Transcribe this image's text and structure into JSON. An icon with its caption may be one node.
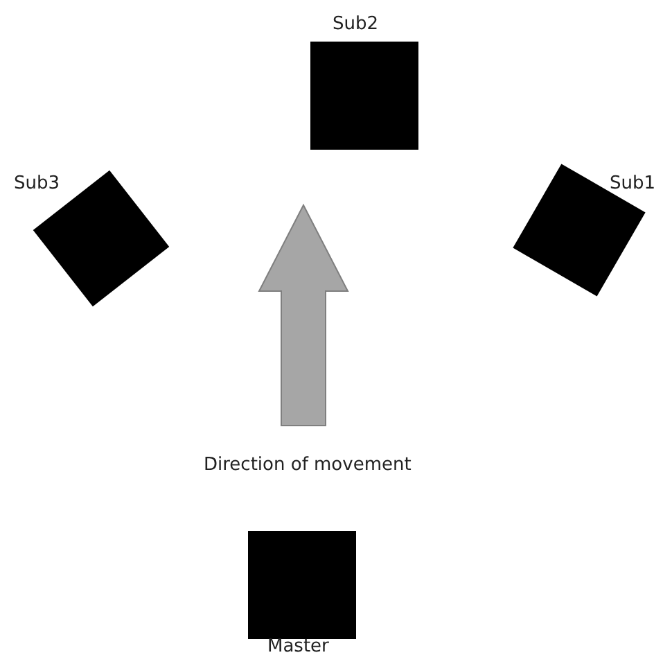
{
  "diagram": {
    "nodes": [
      {
        "text": [
          "Sub2"
        ]
      },
      {
        "text": [
          "Sub3"
        ]
      },
      {
        "text": [
          "Sub1"
        ]
      },
      {
        "text": [
          "Master"
        ]
      }
    ],
    "edges": [],
    "labels": [
      "Direction of movement"
    ]
  }
}
